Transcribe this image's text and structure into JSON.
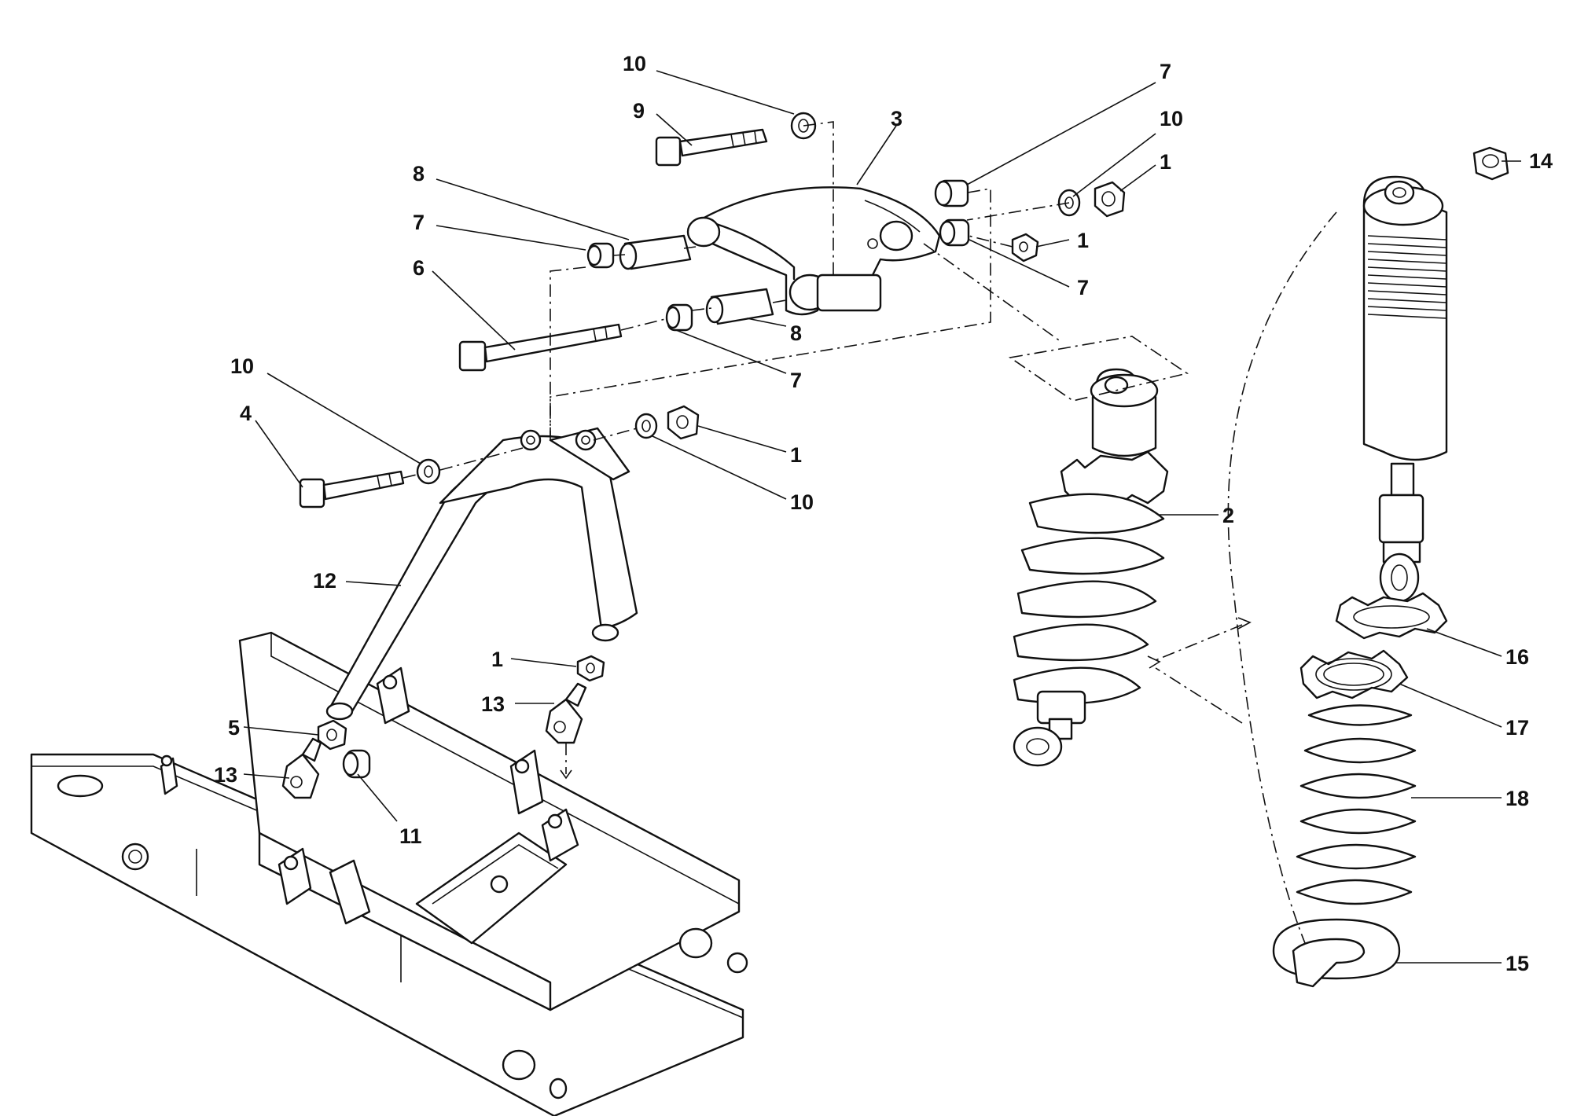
{
  "callouts": [
    {
      "id": "c-10-top",
      "text": "10"
    },
    {
      "id": "c-9",
      "text": "9"
    },
    {
      "id": "c-3",
      "text": "3"
    },
    {
      "id": "c-7-top",
      "text": "7"
    },
    {
      "id": "c-10-topright",
      "text": "10"
    },
    {
      "id": "c-1-topright",
      "text": "1"
    },
    {
      "id": "c-14",
      "text": "14"
    },
    {
      "id": "c-8-left",
      "text": "8"
    },
    {
      "id": "c-7-left",
      "text": "7"
    },
    {
      "id": "c-1-mid",
      "text": "1"
    },
    {
      "id": "c-7-right",
      "text": "7"
    },
    {
      "id": "c-6",
      "text": "6"
    },
    {
      "id": "c-8-mid",
      "text": "8"
    },
    {
      "id": "c-7-mid",
      "text": "7"
    },
    {
      "id": "c-10-left",
      "text": "10"
    },
    {
      "id": "c-4",
      "text": "4"
    },
    {
      "id": "c-1-lower",
      "text": "1"
    },
    {
      "id": "c-10-lower",
      "text": "10"
    },
    {
      "id": "c-2",
      "text": "2"
    },
    {
      "id": "c-12",
      "text": "12"
    },
    {
      "id": "c-1-bottom",
      "text": "1"
    },
    {
      "id": "c-13-right",
      "text": "13"
    },
    {
      "id": "c-5",
      "text": "5"
    },
    {
      "id": "c-13-left",
      "text": "13"
    },
    {
      "id": "c-11",
      "text": "11"
    },
    {
      "id": "c-16",
      "text": "16"
    },
    {
      "id": "c-17",
      "text": "17"
    },
    {
      "id": "c-18",
      "text": "18"
    },
    {
      "id": "c-15",
      "text": "15"
    }
  ]
}
